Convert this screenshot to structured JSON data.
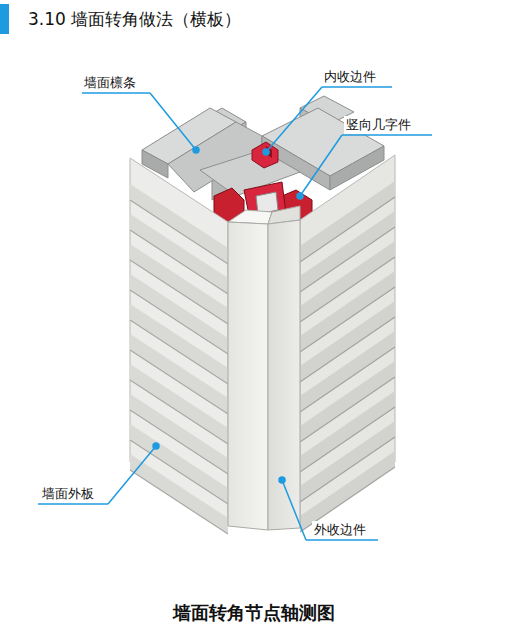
{
  "diagram": {
    "title": "3.10 墙面转角做法（横板）",
    "caption": "墙面转角节点轴测图",
    "labels": [
      "墙面檩条",
      "内收边件",
      "竖向几字件",
      "墙面外板",
      "外收边件"
    ]
  }
}
